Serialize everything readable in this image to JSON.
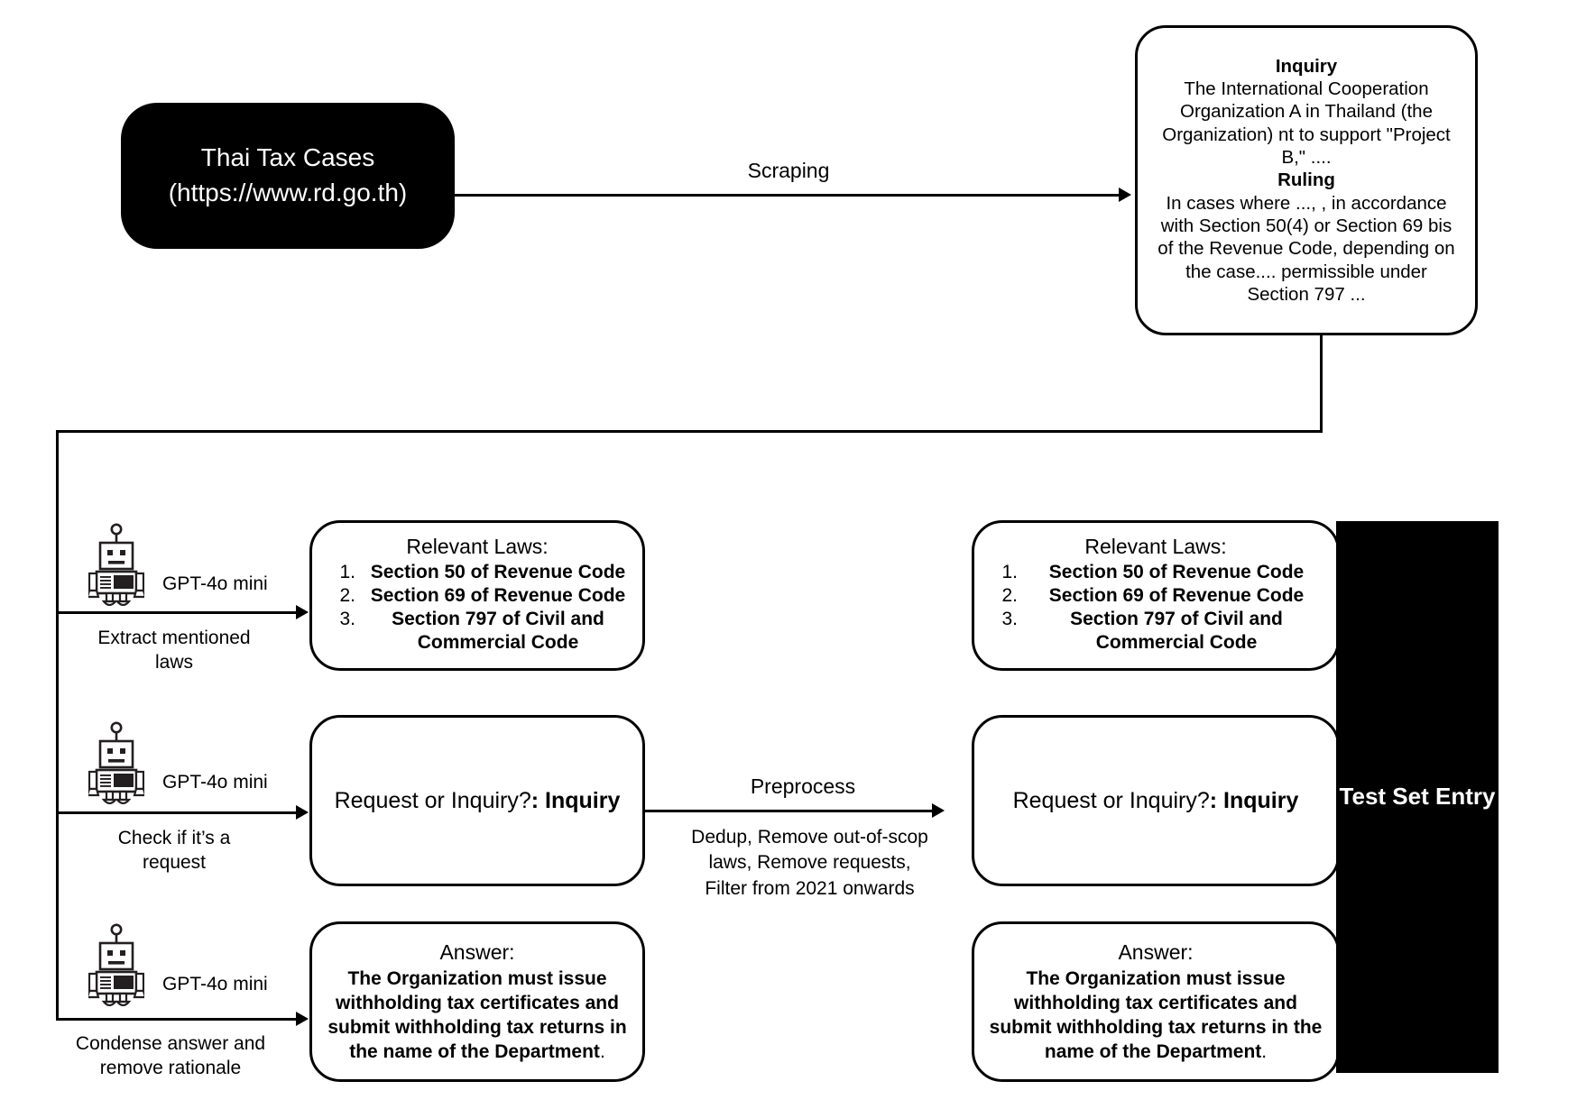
{
  "diagram": {
    "title": "Thai Tax Cases dataset construction pipeline"
  },
  "source": {
    "name": "Thai Tax Cases",
    "url": "(https://www.rd.go.th)"
  },
  "raw_case": {
    "inquiry_heading": "Inquiry",
    "inquiry_text": "The International Cooperation Organization A in Thailand (the Organization) nt to support \"Project B,\" ....",
    "ruling_heading": "Ruling",
    "ruling_text": "In cases where ..., , in accordance with Section 50(4) or Section 69 bis of the Revenue Code, depending on the case.... permissible under Section 797 ..."
  },
  "edges": {
    "scraping": "Scraping",
    "preprocess_label": "Preprocess",
    "preprocess_detail": "Dedup, Remove out-of-scop laws, Remove requests, Filter from 2021 onwards"
  },
  "extractors": [
    {
      "icon": "robot-icon",
      "model": "GPT-4o mini",
      "task": "Extract mentioned laws"
    },
    {
      "icon": "robot-icon",
      "model": "GPT-4o mini",
      "task": "Check if it’s a request"
    },
    {
      "icon": "robot-icon",
      "model": "GPT-4o mini",
      "task": "Condense answer and remove rationale"
    }
  ],
  "laws_box": {
    "title": "Relevant Laws:",
    "items": [
      {
        "num": "1.",
        "text": "Section 50 of Revenue Code"
      },
      {
        "num": "2.",
        "text": "Section 69 of Revenue Code"
      },
      {
        "num": "3.",
        "text": "Section 797 of Civil and Commercial Code"
      }
    ]
  },
  "class_box": {
    "question": "Request or Inquiry?",
    "answer": ": Inquiry"
  },
  "answer_box": {
    "title": "Answer:",
    "text": "The Organization must issue withholding tax certificates and submit withholding tax returns in the name of the Department",
    "period": "."
  },
  "test_set": {
    "label": "Test Set Entry"
  },
  "colors": {
    "ink": "#000000",
    "paper": "#ffffff"
  }
}
